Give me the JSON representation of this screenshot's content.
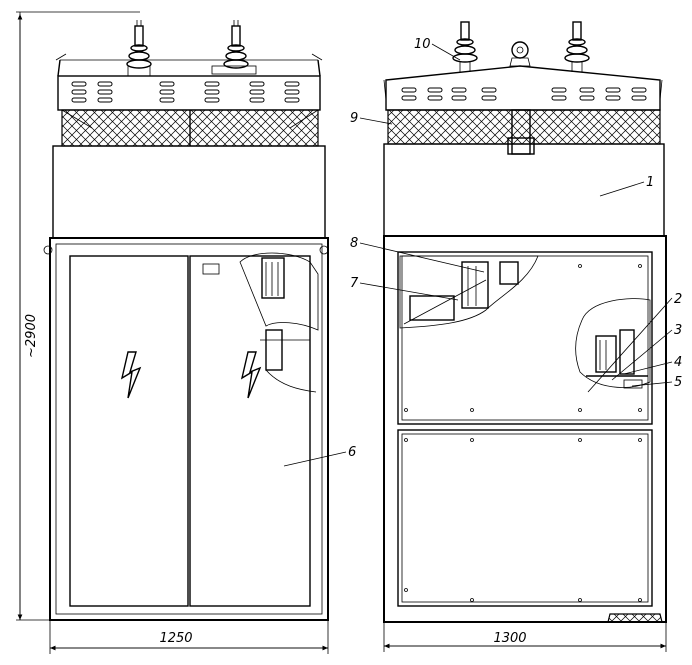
{
  "dimensions": {
    "height": "~2900",
    "width_front": "1250",
    "width_side": "1300"
  },
  "callouts": [
    "1",
    "2",
    "3",
    "4",
    "5",
    "6",
    "7",
    "8",
    "9",
    "10"
  ]
}
